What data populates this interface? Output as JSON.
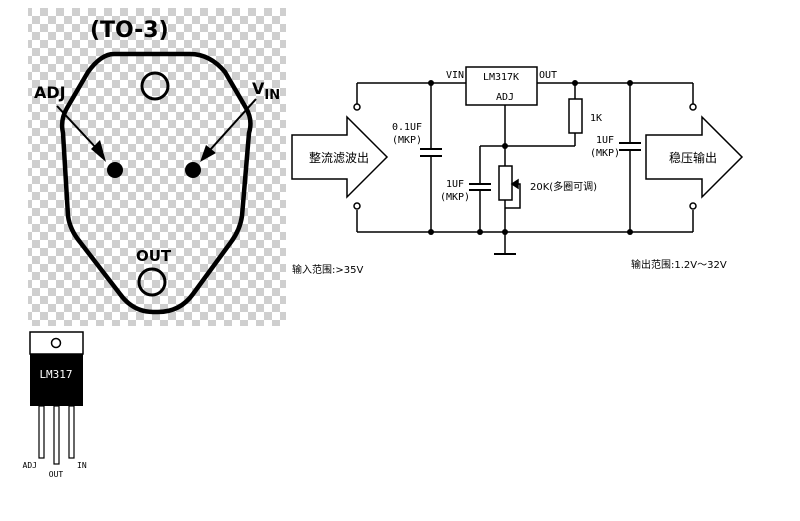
{
  "package": {
    "title": "(TO-3)",
    "pin_adj": "ADJ",
    "pin_vin_main": "V",
    "pin_vin_sub": "IN",
    "pin_out": "OUT"
  },
  "to220": {
    "part_label": "LM317",
    "pin_adj": "ADJ",
    "pin_out": "OUT",
    "pin_in": "IN"
  },
  "circuit": {
    "regulator_name": "LM317K",
    "reg_pin_vin": "VIN",
    "reg_pin_out": "OUT",
    "reg_pin_adj": "ADJ",
    "input_arrow_label": "整流滤波出",
    "output_arrow_label": "稳压输出",
    "c_in_value": "0.1UF",
    "c_in_type": "(MKP)",
    "c_adj_value": "1UF",
    "c_adj_type": "(MKP)",
    "c_out_value": "1UF",
    "c_out_type": "(MKP)",
    "r_fixed": "1K",
    "r_pot": "20K(多圈可调)",
    "input_range": "输入范围:>35V",
    "output_range": "输出范围:1.2V～32V"
  }
}
